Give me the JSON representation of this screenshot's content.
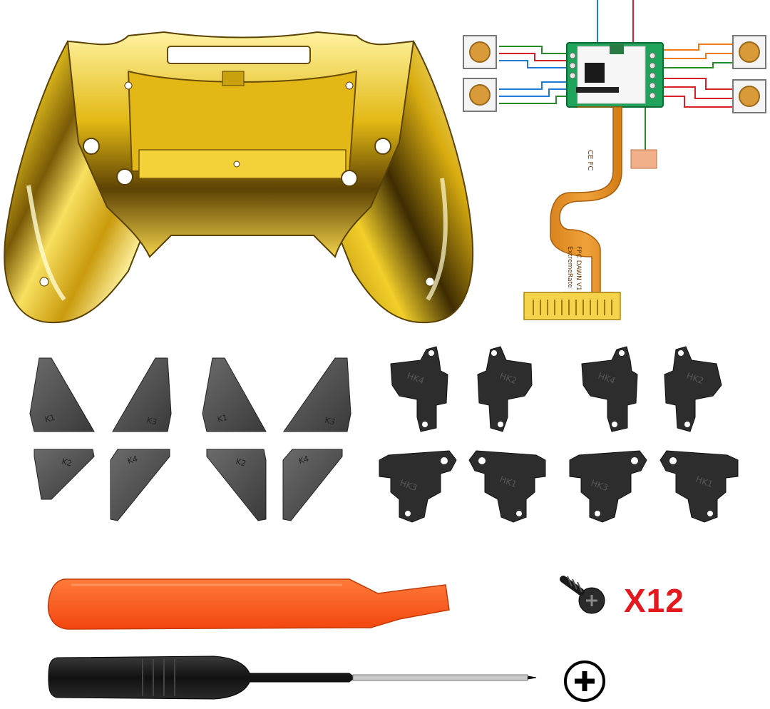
{
  "product_photo": {
    "background_color": "#ffffff",
    "shell": {
      "name": "gold-chrome-back-shell",
      "color": "#e8c21a"
    },
    "pcb_board": {
      "name": "remap-pcb-board",
      "ribbon_text_1": "ExtremeRate",
      "ribbon_text_2": "FPC DAWN V1",
      "board_marks": "CE FC"
    },
    "tactile_switch_count": 4,
    "trigger_caps": {
      "top_row_labels": [
        "K1",
        "K3",
        "K1",
        "K3"
      ],
      "bottom_row_labels": [
        "K2",
        "K4",
        "K2",
        "K4"
      ]
    },
    "paddle_buttons": {
      "top_row_labels": [
        "HK4",
        "HK2",
        "HK4",
        "HK2"
      ],
      "bottom_row_labels": [
        "HK3",
        "HK1",
        "HK3",
        "HK1"
      ]
    },
    "pry_tool": {
      "name": "orange-pry-tool",
      "color": "#ff5a1f"
    },
    "screws": {
      "name": "screw",
      "quantity_label": "X12",
      "quantity_color": "#e3191e"
    },
    "screwdriver": {
      "name": "phillips-screwdriver",
      "tip_icon": "phillips-cross-icon"
    }
  }
}
